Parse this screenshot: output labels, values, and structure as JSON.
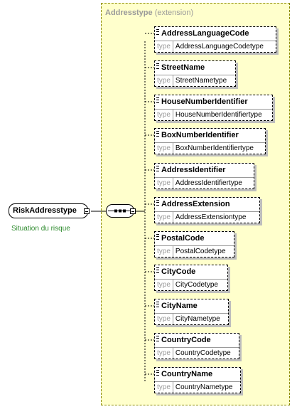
{
  "extension": {
    "name": "Addresstype",
    "qualifier": "(extension)"
  },
  "root": {
    "name": "RiskAddresstype",
    "annotation": "Situation du risque"
  },
  "type_label": "type",
  "elements": [
    {
      "name": "AddressLanguageCode",
      "type": "AddressLanguageCodetype"
    },
    {
      "name": "StreetName",
      "type": "StreetNametype"
    },
    {
      "name": "HouseNumberIdentifier",
      "type": "HouseNumberIdentifiertype"
    },
    {
      "name": "BoxNumberIdentifier",
      "type": "BoxNumberIdentifiertype"
    },
    {
      "name": "AddressIdentifier",
      "type": "AddressIdentifiertype"
    },
    {
      "name": "AddressExtension",
      "type": "AddressExtensiontype"
    },
    {
      "name": "PostalCode",
      "type": "PostalCodetype"
    },
    {
      "name": "CityCode",
      "type": "CityCodetype"
    },
    {
      "name": "CityName",
      "type": "CityNametype"
    },
    {
      "name": "CountryCode",
      "type": "CountryCodetype"
    },
    {
      "name": "CountryName",
      "type": "CountryNametype"
    }
  ]
}
